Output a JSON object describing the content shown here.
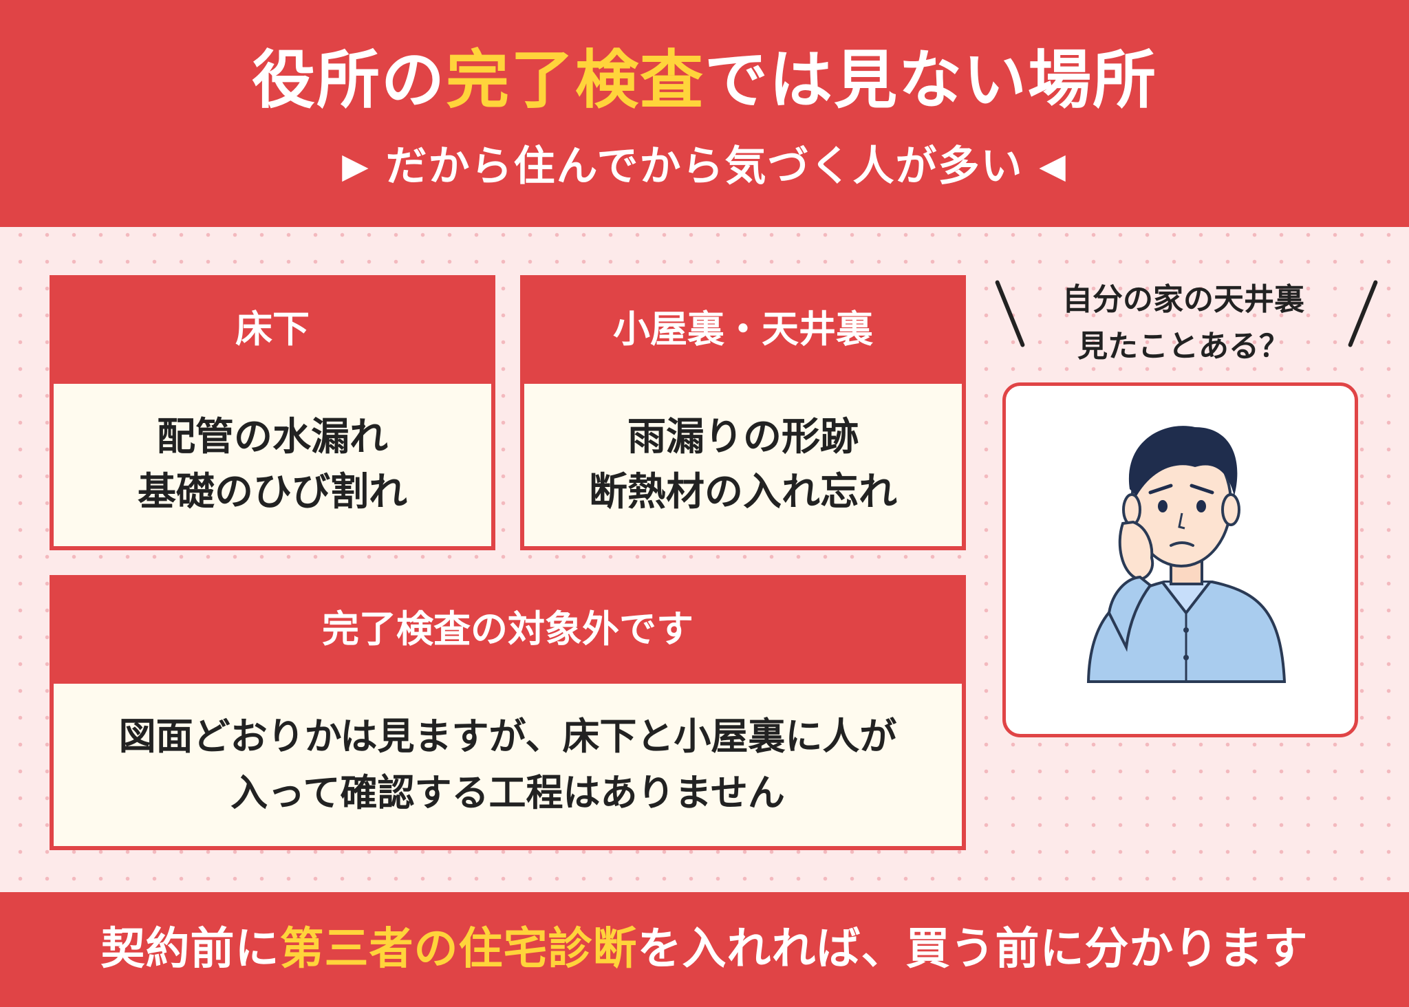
{
  "header": {
    "title_pre": "役所の",
    "title_highlight": "完了検査",
    "title_post": "では見ない場所",
    "subtitle_left_mark": "▶",
    "subtitle": "だから住んでから気づく人が多い",
    "subtitle_right_mark": "◀"
  },
  "cards": [
    {
      "heading": "床下",
      "lines": [
        "配管の水漏れ",
        "基礎のひび割れ"
      ]
    },
    {
      "heading": "小屋裏・天井裏",
      "lines": [
        "雨漏りの形跡",
        "断熱材の入れ忘れ"
      ]
    }
  ],
  "summary": {
    "heading": "完了検査の対象外です",
    "lines": [
      "図面どおりかは見ますが、床下と小屋裏に人が",
      "入って確認する工程はありません"
    ]
  },
  "question": {
    "lines": [
      "自分の家の天井裏",
      "見たことある？"
    ]
  },
  "illustration": {
    "icon": "worried-man-icon"
  },
  "footer": {
    "pre": "契約前に",
    "highlight": "第三者の住宅診断",
    "post": "を入れれば、買う前に分かります"
  },
  "colors": {
    "red": "#e04446",
    "yellow": "#ffd43b",
    "cream": "#fffbef",
    "pink_bg": "#fdeaea"
  }
}
